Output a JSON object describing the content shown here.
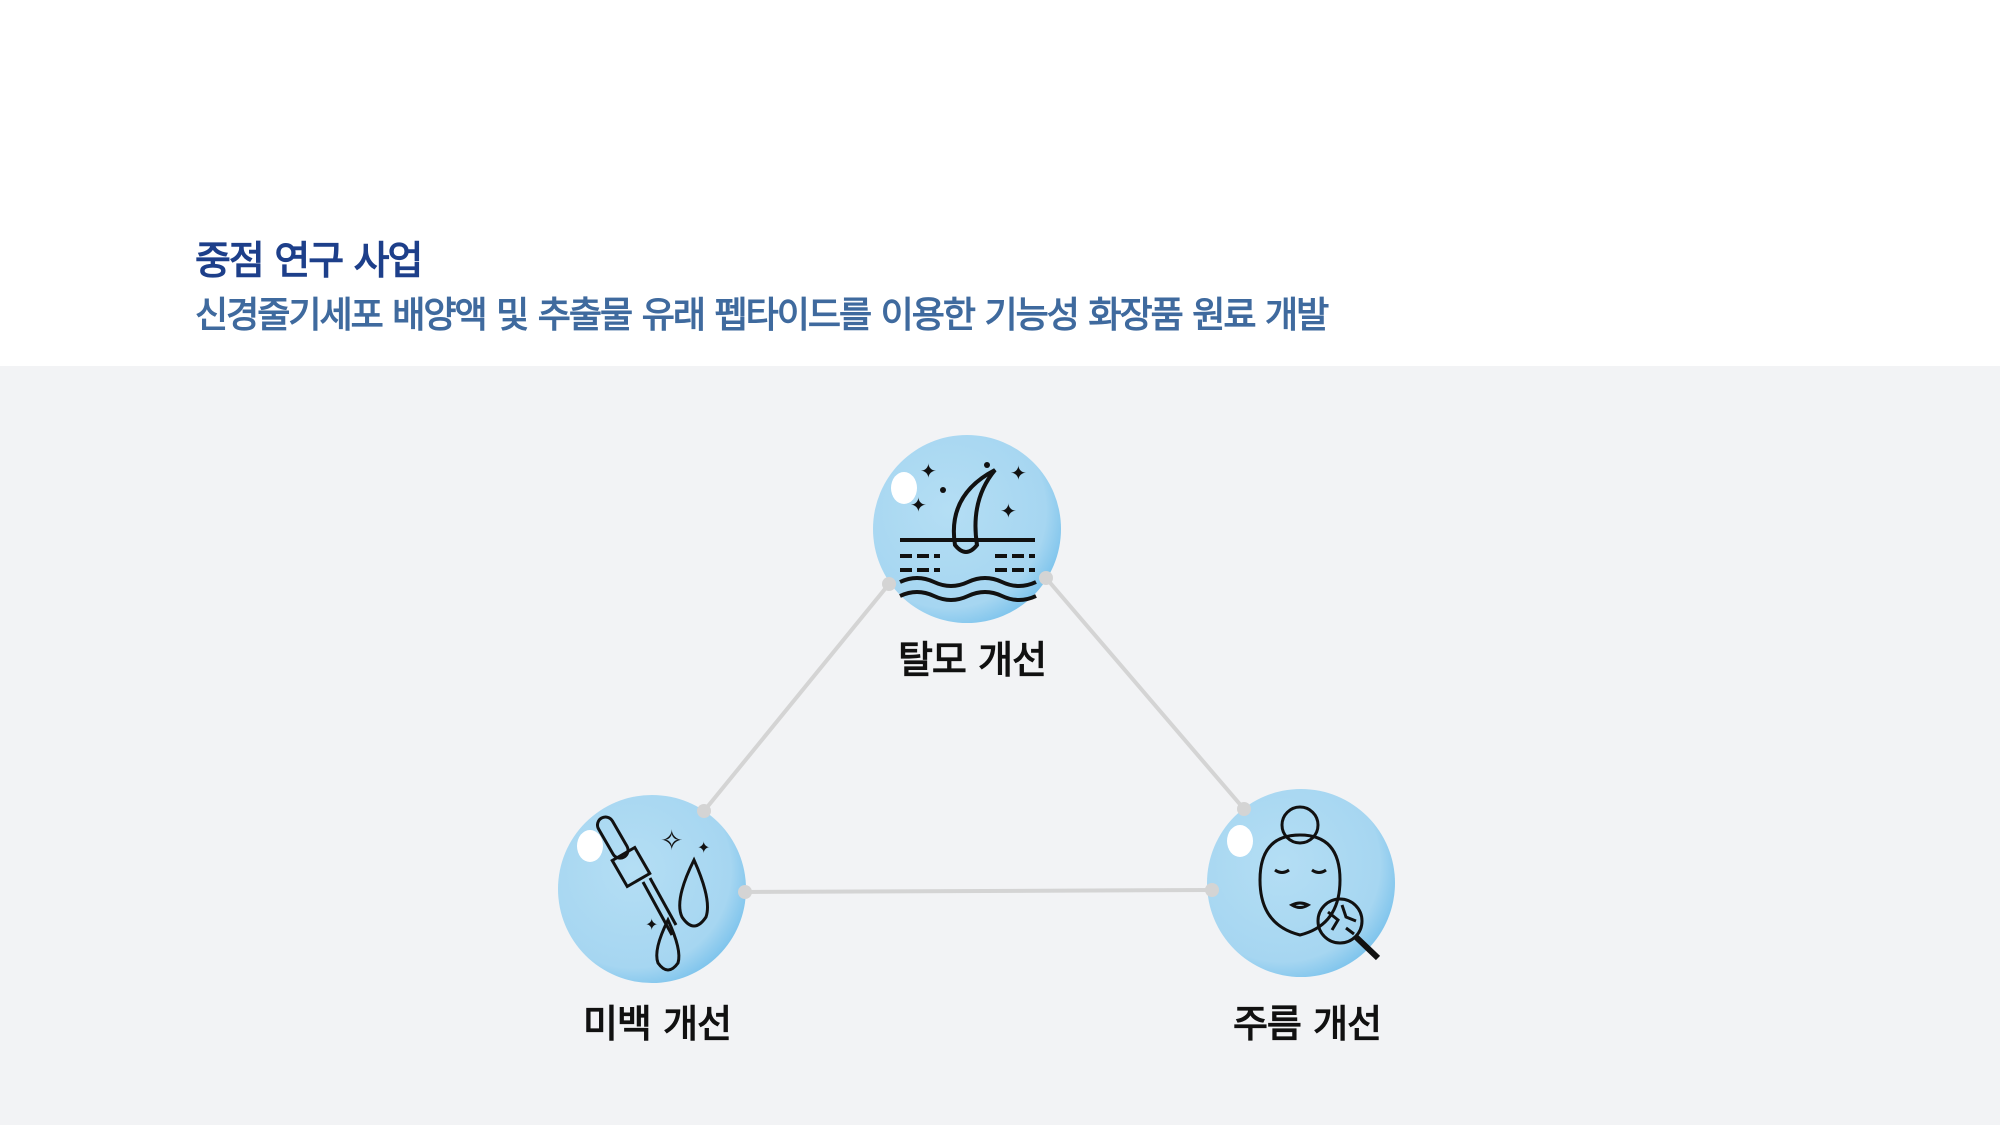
{
  "header": {
    "title": "중점 연구 사업",
    "subtitle": "신경줄기세포 배양액 및 추출물 유래 펩타이드를 이용한 기능성 화장품 원료 개발"
  },
  "diagram": {
    "nodes": [
      {
        "label": "탈모 개선",
        "icon": "hair-follicle-icon"
      },
      {
        "label": "미백 개선",
        "icon": "dropper-icon"
      },
      {
        "label": "주름 개선",
        "icon": "face-magnifier-icon"
      }
    ],
    "colors": {
      "circle": "#a8d8f2",
      "circle_edge": "#7cc3ec",
      "line": "#d4d4d4",
      "title": "#1d3f8a",
      "subtitle": "#3f6a9e"
    }
  }
}
